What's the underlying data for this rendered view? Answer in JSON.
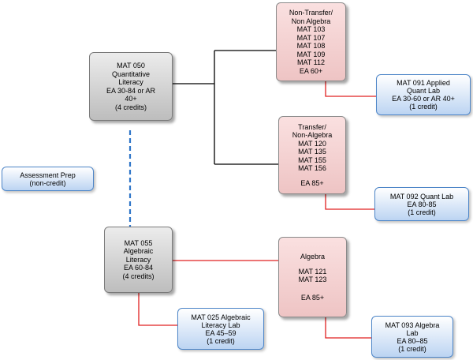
{
  "boxes": {
    "mat050": {
      "lines": [
        "MAT 050",
        "Quantitative",
        "Literacy",
        "EA 30-84 or AR",
        "40+",
        "(4 credits)"
      ]
    },
    "mat055": {
      "lines": [
        "MAT 055",
        "Algebraic",
        "Literacy",
        "EA 60-84",
        "(4 credits)"
      ]
    },
    "non_transfer": {
      "lines": [
        "Non-Transfer/",
        "Non Algebra",
        "MAT 103",
        "MAT 107",
        "MAT 108",
        "MAT 109",
        "MAT 112",
        "EA 60+"
      ]
    },
    "transfer": {
      "lines": [
        "Transfer/",
        "Non-Algebra",
        "MAT 120",
        "MAT 135",
        "MAT 155",
        "MAT 156"
      ],
      "footer": "EA 85+"
    },
    "algebra": {
      "title": "Algebra",
      "lines": [
        "MAT 121",
        "MAT 123"
      ],
      "footer": "EA 85+"
    },
    "assessment": {
      "lines": [
        "Assessment Prep",
        "(non-credit)"
      ]
    },
    "mat091": {
      "lines": [
        "MAT 091 Applied",
        "Quant Lab",
        "EA 30-60 or AR 40+",
        "(1 credit)"
      ]
    },
    "mat092": {
      "lines": [
        "MAT 092 Quant Lab",
        "EA 80-85",
        "(1 credit)"
      ]
    },
    "mat025": {
      "lines": [
        "MAT 025 Algebraic",
        "Literacy Lab",
        "EA 45–59",
        "(1 credit)"
      ]
    },
    "mat093": {
      "lines": [
        "MAT 093 Algebra",
        "Lab",
        "EA 80–85",
        "(1 credit)"
      ]
    }
  },
  "colors": {
    "black_connector": "#000000",
    "red_connector": "#e02020",
    "dashed_connector": "#2e75c8",
    "gray_box": "#d0d0d0",
    "pink_box": "#f2d0d0",
    "blue_box": "#c9dcf4"
  }
}
